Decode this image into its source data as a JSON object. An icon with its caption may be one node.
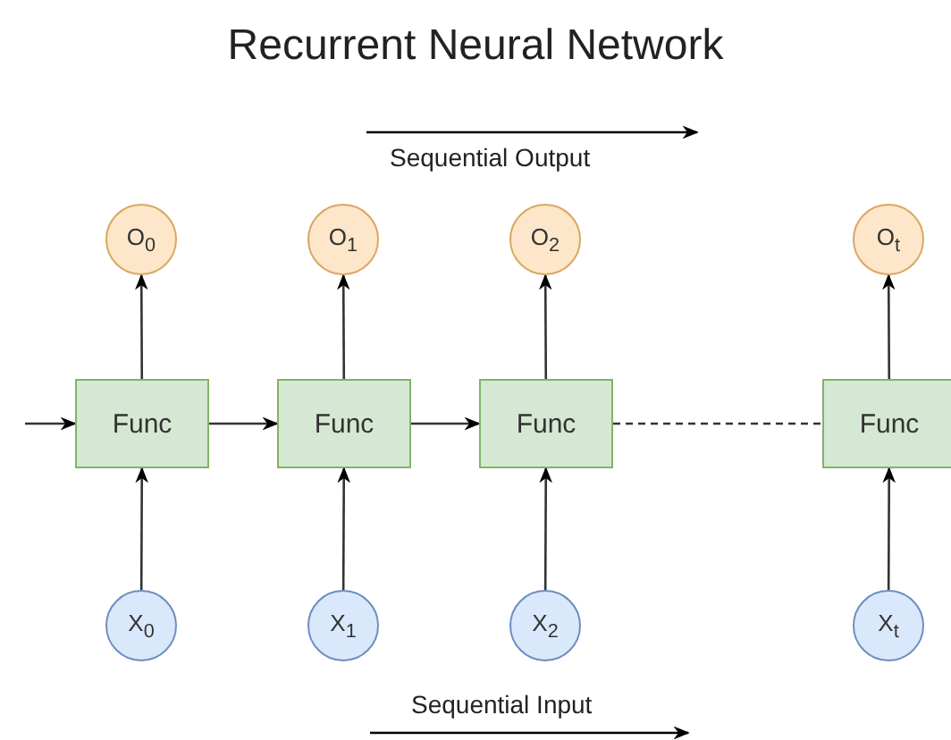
{
  "diagram": {
    "title": "Recurrent Neural Network",
    "nodes": [
      {
        "text": [
          "O$_{0}$"
        ]
      },
      {
        "text": [
          "O$_{1}$"
        ]
      },
      {
        "text": [
          "O$_{2}$"
        ]
      },
      {
        "text": [
          "O$_{t}$"
        ]
      },
      {
        "text": [
          "Func"
        ]
      },
      {
        "text": [
          "Func"
        ]
      },
      {
        "text": [
          "Func"
        ]
      },
      {
        "text": [
          "Func"
        ]
      },
      {
        "text": [
          "X$_{0}$"
        ]
      },
      {
        "text": [
          "X$_{1}$"
        ]
      },
      {
        "text": [
          "X$_{2}$"
        ]
      },
      {
        "text": [
          "X$_{t}$"
        ]
      }
    ],
    "edges": [
      {
        "from": 4,
        "to": 0,
        "arrow": "to"
      },
      {
        "from": 5,
        "to": 1,
        "arrow": "to"
      },
      {
        "from": 6,
        "to": 2,
        "arrow": "to"
      },
      {
        "from": 7,
        "to": 3,
        "arrow": "to"
      },
      {
        "from": 8,
        "to": 4,
        "arrow": "to"
      },
      {
        "from": 9,
        "to": 5,
        "arrow": "to"
      },
      {
        "from": 10,
        "to": 6,
        "arrow": "to"
      },
      {
        "from": 11,
        "to": 7,
        "arrow": "to"
      },
      {
        "from": null,
        "to": 4,
        "arrow": "to"
      },
      {
        "from": 4,
        "to": 5,
        "arrow": "to"
      },
      {
        "from": 5,
        "to": 6,
        "arrow": "to"
      },
      {
        "from": 6,
        "to": 7,
        "arrow": "none",
        "style": "dashed"
      }
    ],
    "labels": [
      "Sequential Output",
      "Sequential Input"
    ]
  }
}
